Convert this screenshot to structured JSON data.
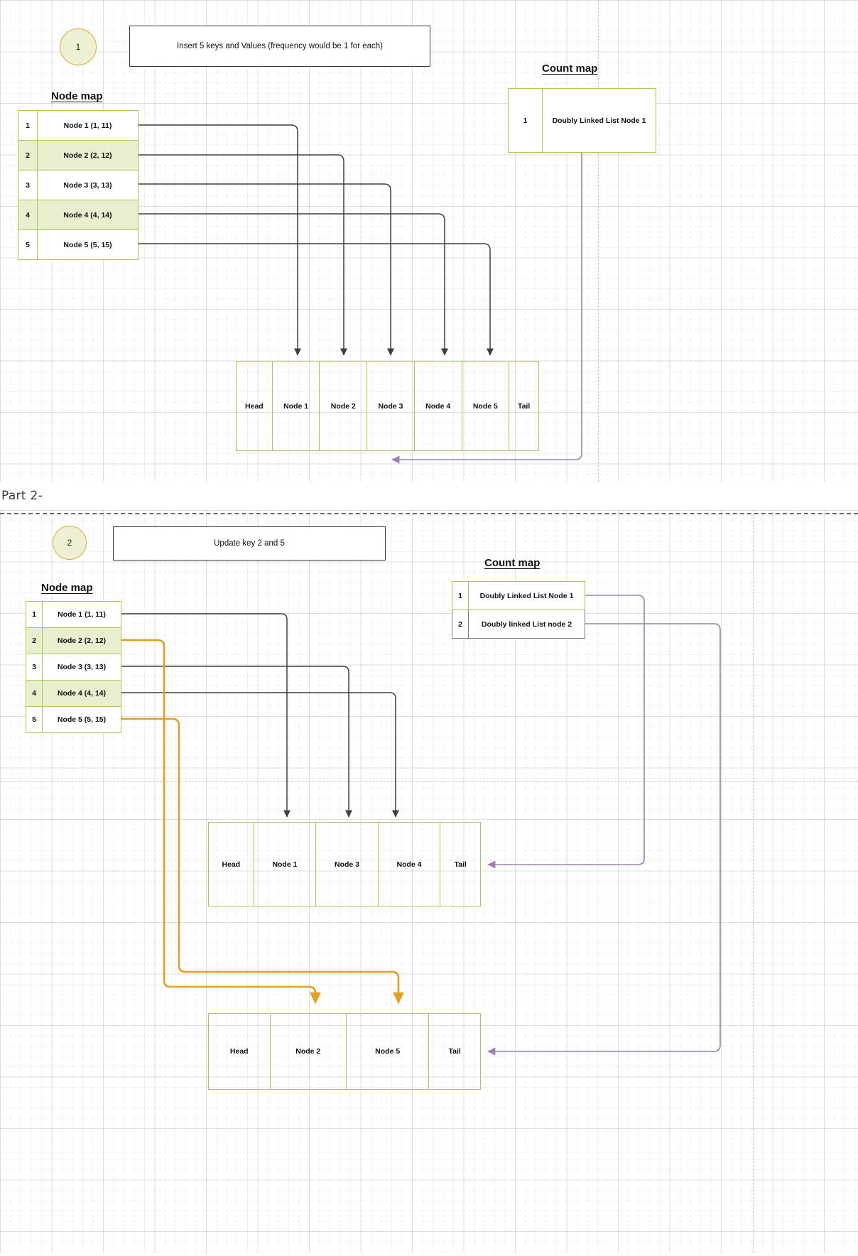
{
  "part1": {
    "badge": "1",
    "note": "Insert 5 keys and Values (frequency would be 1 for each)",
    "node_map_title": "Node map",
    "node_map_rows": [
      {
        "key": "1",
        "value": "Node 1 (1, 11)"
      },
      {
        "key": "2",
        "value": "Node 2 (2, 12)"
      },
      {
        "key": "3",
        "value": "Node 3 (3, 13)"
      },
      {
        "key": "4",
        "value": "Node 4 (4, 14)"
      },
      {
        "key": "5",
        "value": "Node 5 (5, 15)"
      }
    ],
    "count_map_title": "Count map",
    "count_map_rows": [
      {
        "key": "1",
        "value": "Doubly Linked List Node 1"
      }
    ],
    "dll_cells": [
      "Head",
      "Node 1",
      "Node 2",
      "Node 3",
      "Node 4",
      "Node 5",
      "Tail"
    ]
  },
  "part_label": "Part 2-",
  "part2": {
    "badge": "2",
    "note": "Update key 2 and 5",
    "node_map_title": "Node map",
    "node_map_rows": [
      {
        "key": "1",
        "value": "Node 1 (1, 11)"
      },
      {
        "key": "2",
        "value": "Node 2 (2, 12)"
      },
      {
        "key": "3",
        "value": "Node 3 (3, 13)"
      },
      {
        "key": "4",
        "value": "Node 4 (4, 14)"
      },
      {
        "key": "5",
        "value": "Node 5 (5, 15)"
      }
    ],
    "count_map_title": "Count map",
    "count_map_rows": [
      {
        "key": "1",
        "value": "Doubly Linked List Node 1"
      },
      {
        "key": "2",
        "value": "Doubly linked List node 2"
      }
    ],
    "dll_freq1_cells": [
      "Head",
      "Node 1",
      "Node 3",
      "Node 4",
      "Tail"
    ],
    "dll_freq2_cells": [
      "Head",
      "Node 2",
      "Node 5",
      "Tail"
    ]
  },
  "colors": {
    "green": "#a5cd4e",
    "green_fill": "#e8eece",
    "orange": "#e39f22",
    "purple": "#9a7fb0",
    "dark": "#3f3f3f"
  }
}
